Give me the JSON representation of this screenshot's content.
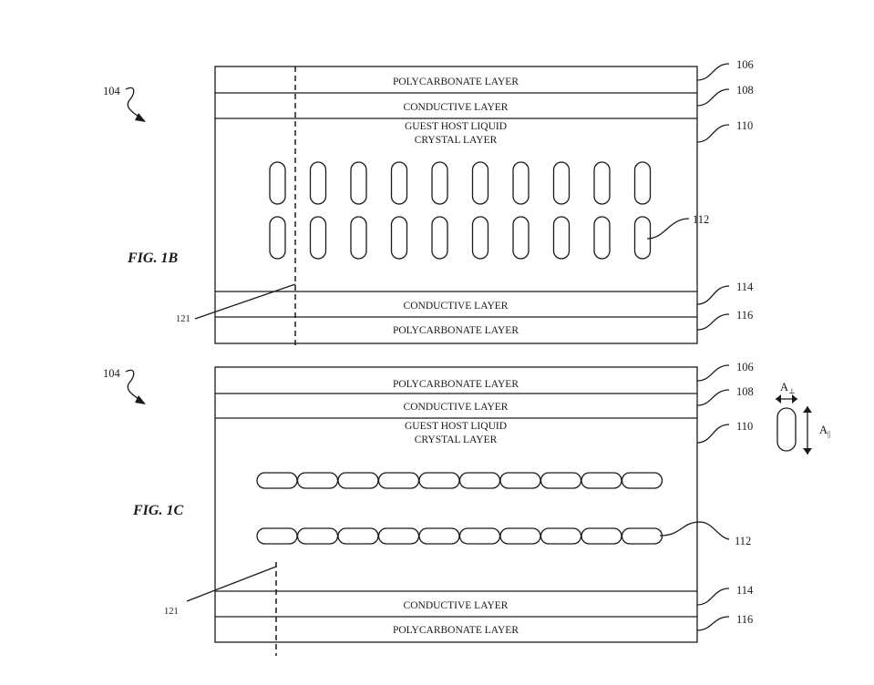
{
  "figures": [
    {
      "fig_label": "FIG. 1B",
      "arrow_ref": "104",
      "layers": [
        {
          "label": "POLYCARBONATE LAYER",
          "ref": "106"
        },
        {
          "label": "CONDUCTIVE LAYER",
          "ref": "108"
        },
        {
          "label_lines": [
            "GUEST HOST LIQUID",
            "CRYSTAL LAYER"
          ],
          "ref": "110"
        },
        {
          "label": "CONDUCTIVE LAYER",
          "ref": "114"
        },
        {
          "label": "POLYCARBONATE LAYER",
          "ref": "116"
        }
      ],
      "molecule_ref": "112",
      "dashed_ref": "121",
      "molecule_orientation": "vertical",
      "molecule_rows": 2,
      "molecules_per_row": 10
    },
    {
      "fig_label": "FIG. 1C",
      "arrow_ref": "104",
      "layers": [
        {
          "label": "POLYCARBONATE LAYER",
          "ref": "106"
        },
        {
          "label": "CONDUCTIVE LAYER",
          "ref": "108"
        },
        {
          "label_lines": [
            "GUEST HOST LIQUID",
            "CRYSTAL LAYER"
          ],
          "ref": "110"
        },
        {
          "label": "CONDUCTIVE LAYER",
          "ref": "114"
        },
        {
          "label": "POLYCARBONATE LAYER",
          "ref": "116"
        }
      ],
      "molecule_ref": "112",
      "dashed_ref": "121",
      "molecule_orientation": "horizontal",
      "molecule_rows": 2,
      "molecules_per_row": 10
    }
  ],
  "axis_legend": {
    "perpendicular_label": "A",
    "perpendicular_sub": "⊥",
    "parallel_label": "A",
    "parallel_sub": "||"
  },
  "colors": {
    "ink": "#1a1a1a",
    "background": "#ffffff"
  }
}
